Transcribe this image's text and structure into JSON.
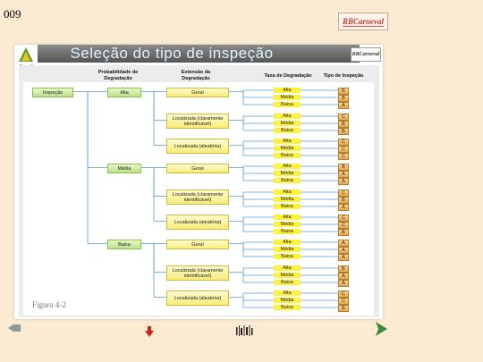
{
  "slide_number": "009",
  "brand": "RBCarneval",
  "slide": {
    "title": "Seleção do tipo de inspeção",
    "logo_text": "Abendi",
    "figure_caption": "Figura 4-2",
    "headers": {
      "probability": "Probabilidade de Degradação",
      "extension": "Extensão da Degradação",
      "rate": "Taxa de Degradação",
      "type": "Tipo de Inspeção"
    },
    "root": "Inspeção",
    "branches": [
      {
        "probability": "Alta",
        "extensions": [
          {
            "label": "Geral",
            "rates": [
              {
                "rate": "Alta",
                "type": "B"
              },
              {
                "rate": "Média",
                "type": "B"
              },
              {
                "rate": "Baixa",
                "type": "A"
              }
            ]
          },
          {
            "label": "Localizada (claramente identificável)",
            "rates": [
              {
                "rate": "Alta",
                "type": "C"
              },
              {
                "rate": "Média",
                "type": "B"
              },
              {
                "rate": "Baixa",
                "type": "B"
              }
            ]
          },
          {
            "label": "Localizada (aleatória)",
            "rates": [
              {
                "rate": "Alta",
                "type": "C"
              },
              {
                "rate": "Média",
                "type": "C"
              },
              {
                "rate": "Baixa",
                "type": "C"
              }
            ]
          }
        ]
      },
      {
        "probability": "Média",
        "extensions": [
          {
            "label": "Geral",
            "rates": [
              {
                "rate": "Alta",
                "type": "B"
              },
              {
                "rate": "Média",
                "type": "A"
              },
              {
                "rate": "Baixa",
                "type": "A"
              }
            ]
          },
          {
            "label": "Localizada (claramente identificável)",
            "rates": [
              {
                "rate": "Alta",
                "type": "C"
              },
              {
                "rate": "Média",
                "type": "B"
              },
              {
                "rate": "Baixa",
                "type": "A"
              }
            ]
          },
          {
            "label": "Localizada (aleatória)",
            "rates": [
              {
                "rate": "Alta",
                "type": "C"
              },
              {
                "rate": "Média",
                "type": "C"
              },
              {
                "rate": "Baixa",
                "type": "B"
              }
            ]
          }
        ]
      },
      {
        "probability": "Baixa",
        "extensions": [
          {
            "label": "Geral",
            "rates": [
              {
                "rate": "Alta",
                "type": "A"
              },
              {
                "rate": "Média",
                "type": "A"
              },
              {
                "rate": "Baixa",
                "type": "A"
              }
            ]
          },
          {
            "label": "Localizada (claramente identificável)",
            "rates": [
              {
                "rate": "Alta",
                "type": "B"
              },
              {
                "rate": "Média",
                "type": "A"
              },
              {
                "rate": "Baixa",
                "type": "A"
              }
            ]
          },
          {
            "label": "Localizada (aleatória)",
            "rates": [
              {
                "rate": "Alta",
                "type": "C"
              },
              {
                "rate": "Média",
                "type": "C"
              },
              {
                "rate": "Baixa",
                "type": "B"
              }
            ]
          }
        ]
      }
    ]
  },
  "navigation": {
    "left_icon": "back-arrow-icon",
    "down_icon": "down-arrow-icon",
    "middle_icon": "barcode-icon",
    "right_icon": "forward-arrow-icon"
  },
  "colors": {
    "page_background": "#fbebd3",
    "green_node": "#c9e89a",
    "yellow_node": "#faf08e",
    "rate_highlight": "#fdf23e",
    "type_box": "#eab45c",
    "connector": "#5b9bd5"
  }
}
